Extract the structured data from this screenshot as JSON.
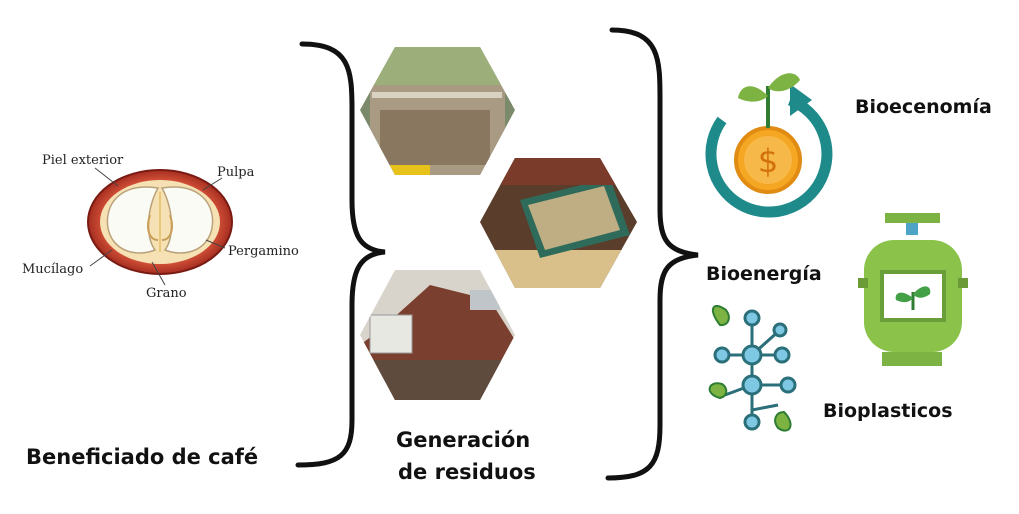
{
  "bean": {
    "labels": {
      "outer_skin": "Piel exterior",
      "pulp": "Pulpa",
      "parchment": "Pergamino",
      "mucilage": "Mucílago",
      "grain": "Grano"
    }
  },
  "stages": {
    "processing": "Beneficiado de café",
    "waste_line1": "Generación",
    "waste_line2": "de residuos"
  },
  "outputs": {
    "bioeconomy": "Bioecenomía",
    "bioenergy": "Bioenergía",
    "bioplastics": "Bioplasticos"
  },
  "icons": [
    "coin-growth-icon",
    "molecule-leaf-icon",
    "gas-tank-leaf-icon"
  ],
  "colors": {
    "teal": "#1f8a8a",
    "leaf_green": "#7cb342",
    "coin_orange": "#f5a623",
    "tank_green": "#8bc34a",
    "molecule_blue": "#7ec8e3"
  }
}
